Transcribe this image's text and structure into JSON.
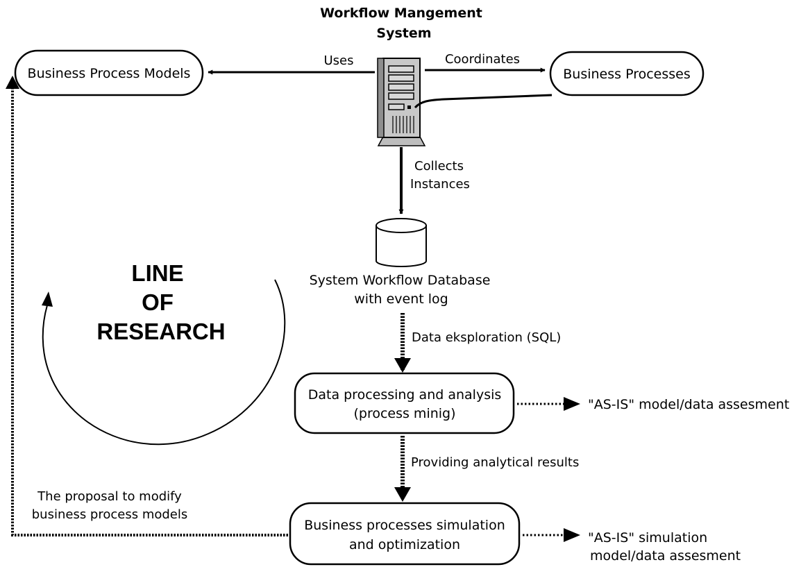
{
  "system": {
    "title_line1": "Workflow Mangement",
    "title_line2": "System"
  },
  "nodes": {
    "business_process_models": "Business Process Models",
    "business_processes": "Business Processes",
    "database_line1": "System Workflow Database",
    "database_line2": "with event log",
    "data_processing_line1": "Data processing and analysis",
    "data_processing_line2": "(process minig)",
    "simulation_line1": "Business processes simulation",
    "simulation_line2": "and optimization"
  },
  "edges": {
    "uses": "Uses",
    "coordinates": "Coordinates",
    "collects_line1": "Collects",
    "collects_line2": "Instances",
    "data_exploration": "Data eksploration (SQL)",
    "providing_results": "Providing analytical results",
    "proposal_line1": "The proposal to modify",
    "proposal_line2": "business process models"
  },
  "outputs": {
    "as_is_model": "\"AS-IS\" model/data assesment",
    "as_is_simulation_line1": "\"AS-IS\" simulation",
    "as_is_simulation_line2": "model/data assesment"
  },
  "research": {
    "line1": "LINE",
    "line2": "OF",
    "line3": "RESEARCH"
  },
  "icons": {
    "server": "server-icon",
    "database": "database-cylinder-icon",
    "cycle_arrow": "circular-arrow-icon"
  }
}
